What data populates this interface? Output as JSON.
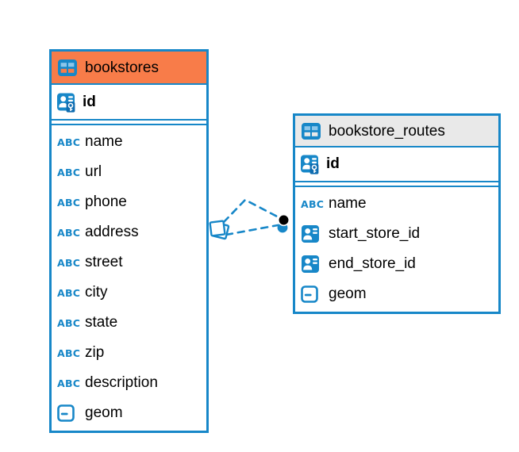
{
  "colors": {
    "accent_blue": "#1787c8",
    "bookstores_header": "#f87c49",
    "routes_header": "#e9e9e9",
    "text": "#000000",
    "relationship_line": "#1787c8",
    "relationship_dot": "#000000"
  },
  "icons": {
    "varchar_glyph": "ABC"
  },
  "tables": [
    {
      "name": "bookstores",
      "header_color": "#f87c49",
      "pk": {
        "name": "id",
        "icon": "person-key-icon"
      },
      "columns": [
        {
          "label": "name",
          "type": "varchar"
        },
        {
          "label": "url",
          "type": "varchar"
        },
        {
          "label": "phone",
          "type": "varchar"
        },
        {
          "label": "address",
          "type": "varchar"
        },
        {
          "label": "street",
          "type": "varchar"
        },
        {
          "label": "city",
          "type": "varchar"
        },
        {
          "label": "state",
          "type": "varchar"
        },
        {
          "label": "zip",
          "type": "varchar"
        },
        {
          "label": "description",
          "type": "varchar"
        },
        {
          "label": "geom",
          "type": "geometry"
        }
      ]
    },
    {
      "name": "bookstore_routes",
      "header_color": "#e9e9e9",
      "pk": {
        "name": "id",
        "icon": "person-key-icon"
      },
      "columns": [
        {
          "label": "name",
          "type": "varchar"
        },
        {
          "label": "start_store_id",
          "type": "reference"
        },
        {
          "label": "end_store_id",
          "type": "reference"
        },
        {
          "label": "geom",
          "type": "geometry"
        }
      ]
    }
  ],
  "relationships": [
    {
      "from_table": "bookstores",
      "to_table": "bookstore_routes",
      "style": "dashed"
    },
    {
      "from_table": "bookstores",
      "to_table": "bookstore_routes",
      "style": "dashed"
    }
  ]
}
